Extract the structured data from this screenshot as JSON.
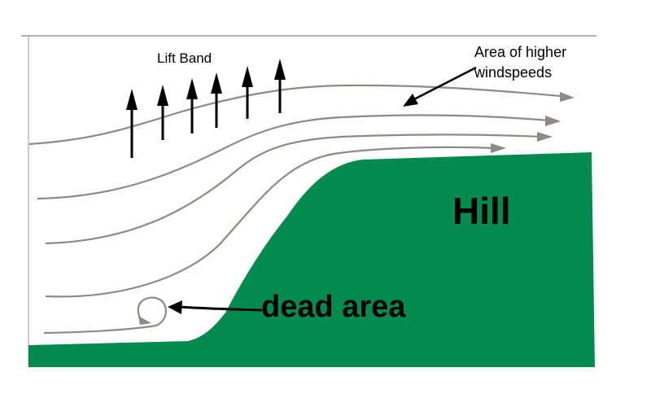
{
  "diagram": {
    "labels": {
      "lift_band": "Lift Band",
      "higher_windspeeds_line1": "Area of higher",
      "higher_windspeeds_line2": "windspeeds",
      "hill": "Hill",
      "dead_area": "dead area"
    },
    "colors": {
      "hill": "#038a4e",
      "streamline": "#8d8985",
      "arrow": "#000000",
      "frame": "#555555"
    },
    "lift_arrow_count": 6,
    "streamline_count": 5
  }
}
